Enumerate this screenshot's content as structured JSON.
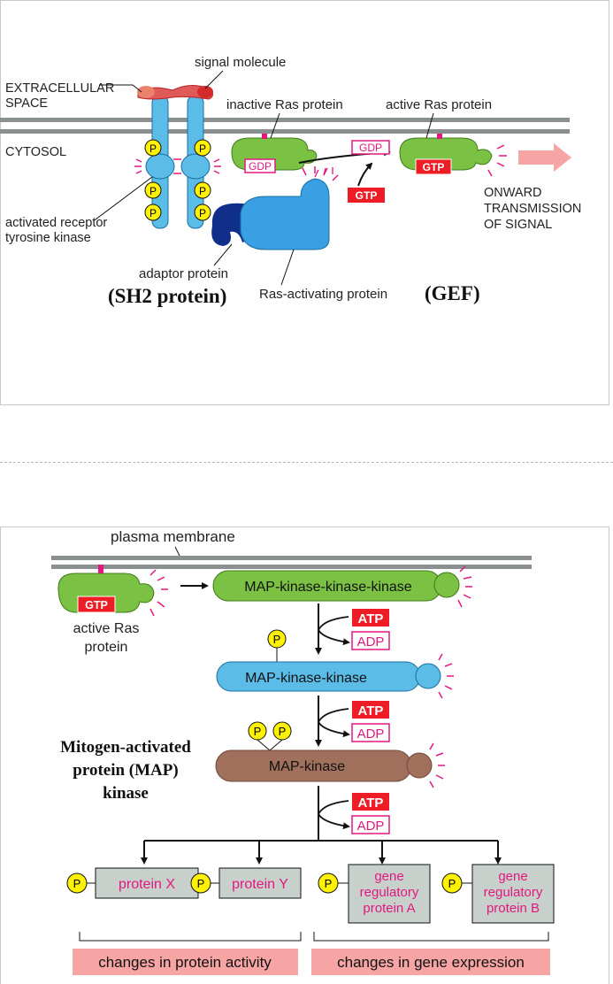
{
  "top_diagram": {
    "signal_molecule": "signal molecule",
    "extracellular": "EXTRACELLULAR",
    "space": "SPACE",
    "cytosol": "CYTOSOL",
    "inactive_ras": "inactive Ras protein",
    "active_ras": "active Ras protein",
    "gdp": "GDP",
    "gtp": "GTP",
    "phospho": "P",
    "receptor_line1": "activated receptor",
    "receptor_line2": "tyrosine kinase",
    "onward_line1": "ONWARD",
    "onward_line2": "TRANSMISSION",
    "onward_line3": "OF SIGNAL",
    "adaptor": "adaptor protein",
    "sh2": "(SH2 protein)",
    "ras_activating": "Ras-activating protein",
    "gef": "(GEF)"
  },
  "bottom_diagram": {
    "plasma_membrane": "plasma membrane",
    "gtp": "GTP",
    "active_ras_line1": "active Ras",
    "active_ras_line2": "protein",
    "mapkkk": "MAP-kinase-kinase-kinase",
    "mapkk": "MAP-kinase-kinase",
    "mapk": "MAP-kinase",
    "atp": "ATP",
    "adp": "ADP",
    "phospho": "P",
    "mitogen_line1": "Mitogen-activated",
    "mitogen_line2": "protein (MAP)",
    "mitogen_line3": "kinase",
    "protein_x": "protein X",
    "protein_y": "protein Y",
    "gene_reg": "gene",
    "regulatory": "regulatory",
    "protein_a": "protein A",
    "protein_b": "protein B",
    "changes_activity": "changes in protein activity",
    "changes_expression": "changes in gene expression"
  }
}
